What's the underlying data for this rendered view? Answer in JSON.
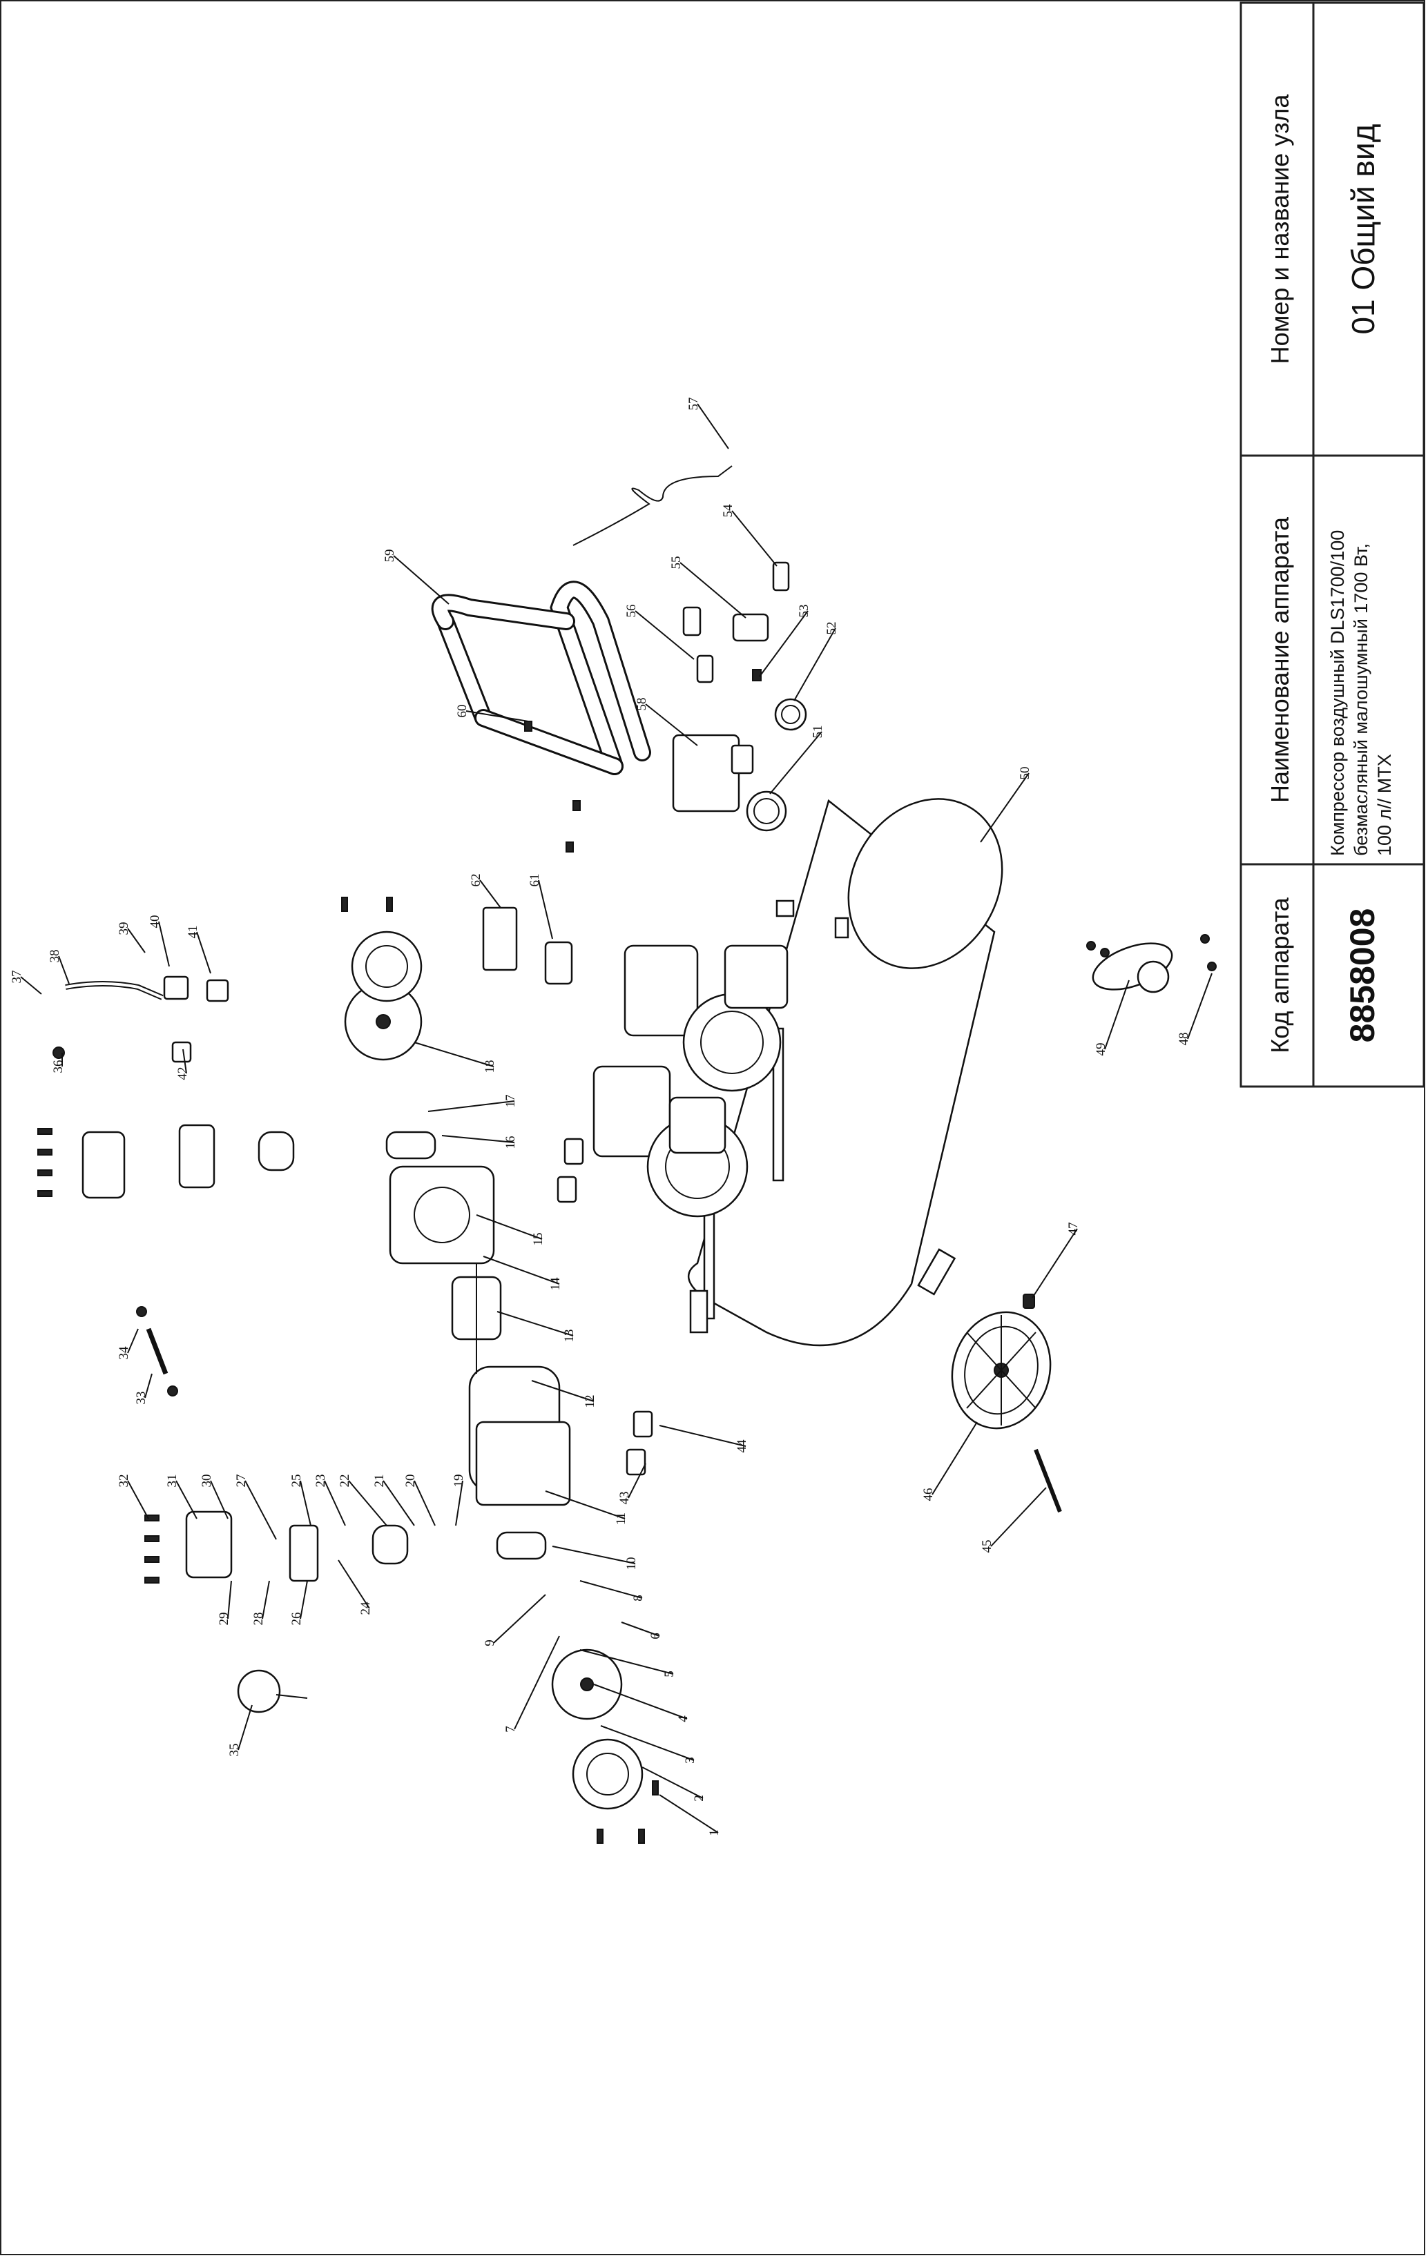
{
  "title_block": {
    "col1_header": "Код аппарата",
    "col1_value": "8858008",
    "col2_header": "Наименование аппарата",
    "col2_value_lines": [
      "Компрессор воздушный DLS1700/100",
      "безмасляный малошумный  1700 Вт,",
      "100 л// MTX"
    ],
    "col3_header": "Номер и название узла",
    "col3_value": "01 Общий вид"
  },
  "callouts": [
    "1",
    "2",
    "3",
    "4",
    "5",
    "6",
    "7",
    "8",
    "9",
    "10",
    "11",
    "12",
    "13",
    "14",
    "15",
    "16",
    "17",
    "18",
    "19",
    "20",
    "21",
    "22",
    "23",
    "24",
    "25",
    "26",
    "27",
    "28",
    "29",
    "30",
    "31",
    "32",
    "33",
    "34",
    "35",
    "36",
    "37",
    "38",
    "39",
    "40",
    "41",
    "42",
    "43",
    "44",
    "45",
    "46",
    "47",
    "48",
    "49",
    "50",
    "51",
    "52",
    "53",
    "54",
    "55",
    "56",
    "57",
    "58",
    "59",
    "60",
    "61",
    "62"
  ]
}
